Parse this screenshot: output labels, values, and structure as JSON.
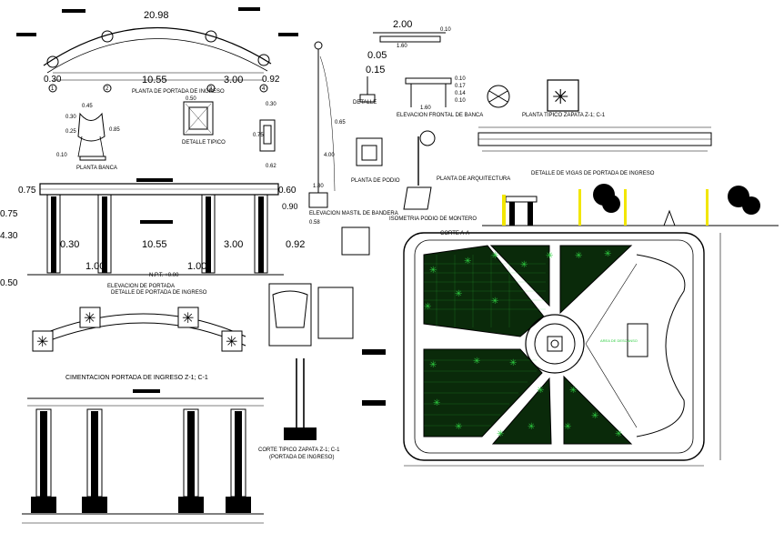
{
  "dimensions": {
    "arch_span": "20.98",
    "arch_left": "0.30",
    "arch_center": "10.55",
    "arch_right": "3.00",
    "arch_right_end": "0.92",
    "top_a": "2.00",
    "top_b": "1.60",
    "top_c": "0.05",
    "top_d": "0.15",
    "top_e": "0.10",
    "bench_a": "1.60",
    "bench_b": "0.10",
    "bench_c": "0.17",
    "bench_d": "0.14",
    "bench_e": "0.10",
    "mast_a": "4.00",
    "mast_b": "1.80",
    "mast_c": "0.90",
    "mast_d": "0.65",
    "mast_e": "0.58",
    "elev_a": "0.75",
    "elev_b": "4.30",
    "elev_c": "0.30",
    "elev_d": "1.00",
    "elev_e": "0.50",
    "elev_f": "0.60",
    "elev_g": "0.05",
    "det_a": "0.45",
    "det_b": "0.30",
    "det_c": "0.25",
    "det_d": "0.85",
    "det_e": "0.10",
    "det_f": "0.62",
    "det_g": "0.75",
    "det_h": "0.30",
    "det_i": "0.50"
  },
  "labels": {
    "planta_portada": "PLANTA DE PORTADA DE INGRESO",
    "detalle_tipico": "DETALLE TIPICO",
    "planta_banca": "PLANTA BANCA",
    "elevacion_mastil": "ELEVACION MASTIL DE BANDERA",
    "elevacion_portada": "ELEVACION DE PORTADA",
    "detalle_portada": "DETALLE DE PORTADA DE INGRESO",
    "cimentacion": "CIMENTACION PORTADA DE INGRESO Z-1; C-1",
    "corte_tipico": "CORTE TIPICO ZAPATA Z-1; C-1",
    "portada_ingreso": "(PORTADA DE INGRESO)",
    "planta_tipico_zapata": "PLANTA TIPICO ZAPATA Z-1; C-1",
    "planta_arquitectura": "PLANTA DE ARQUITECTURA",
    "detalle_vigas": "DETALLE DE VIGAS DE PORTADA DE INGRESO",
    "isometria": "ISOMETRIA PODIO DE MONTERO",
    "elevacion_frontal_banca": "ELEVACION FRONTAL DE BANCA",
    "detalle": "DETALLE",
    "planta_podio": "PLANTA DE PODIO",
    "corte": "CORTE A-A",
    "npt": "N.P.T. +0.00",
    "area_note": "AREA DE DESCANSO"
  },
  "axis_ids": [
    "1",
    "2",
    "3",
    "4"
  ],
  "colors": {
    "line": "#000000",
    "accent_green": "#2ecc40",
    "grass": "#1a7a1a",
    "yellow": "#f2e600"
  }
}
